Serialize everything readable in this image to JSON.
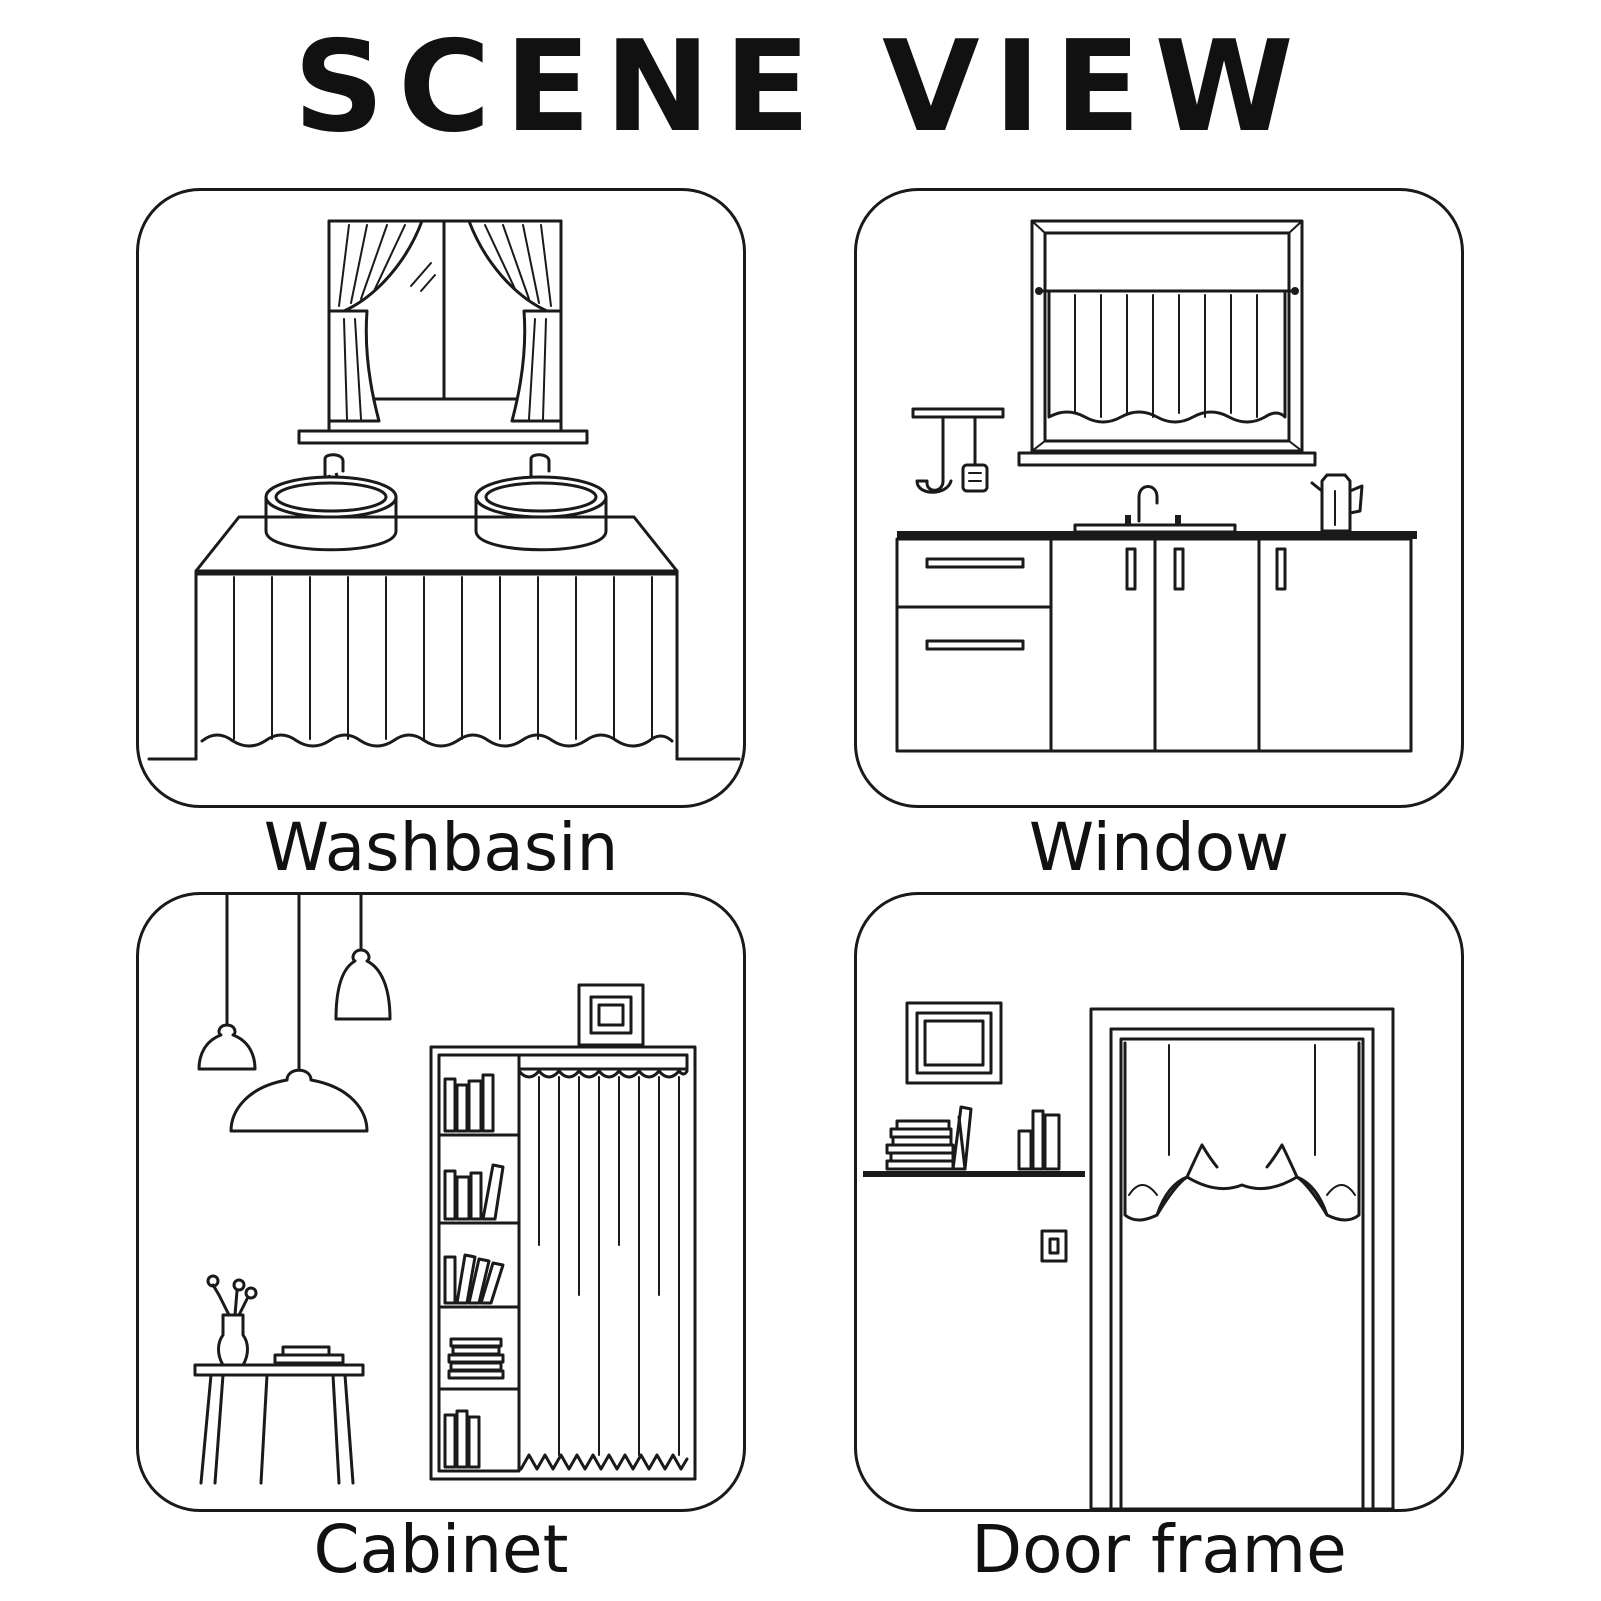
{
  "title": "SCENE VIEW",
  "scenes": [
    {
      "label": "Washbasin",
      "icon": "washbasin-scene-icon"
    },
    {
      "label": "Window",
      "icon": "kitchen-window-scene-icon"
    },
    {
      "label": "Cabinet",
      "icon": "cabinet-scene-icon"
    },
    {
      "label": "Door frame",
      "icon": "door-frame-scene-icon"
    }
  ]
}
